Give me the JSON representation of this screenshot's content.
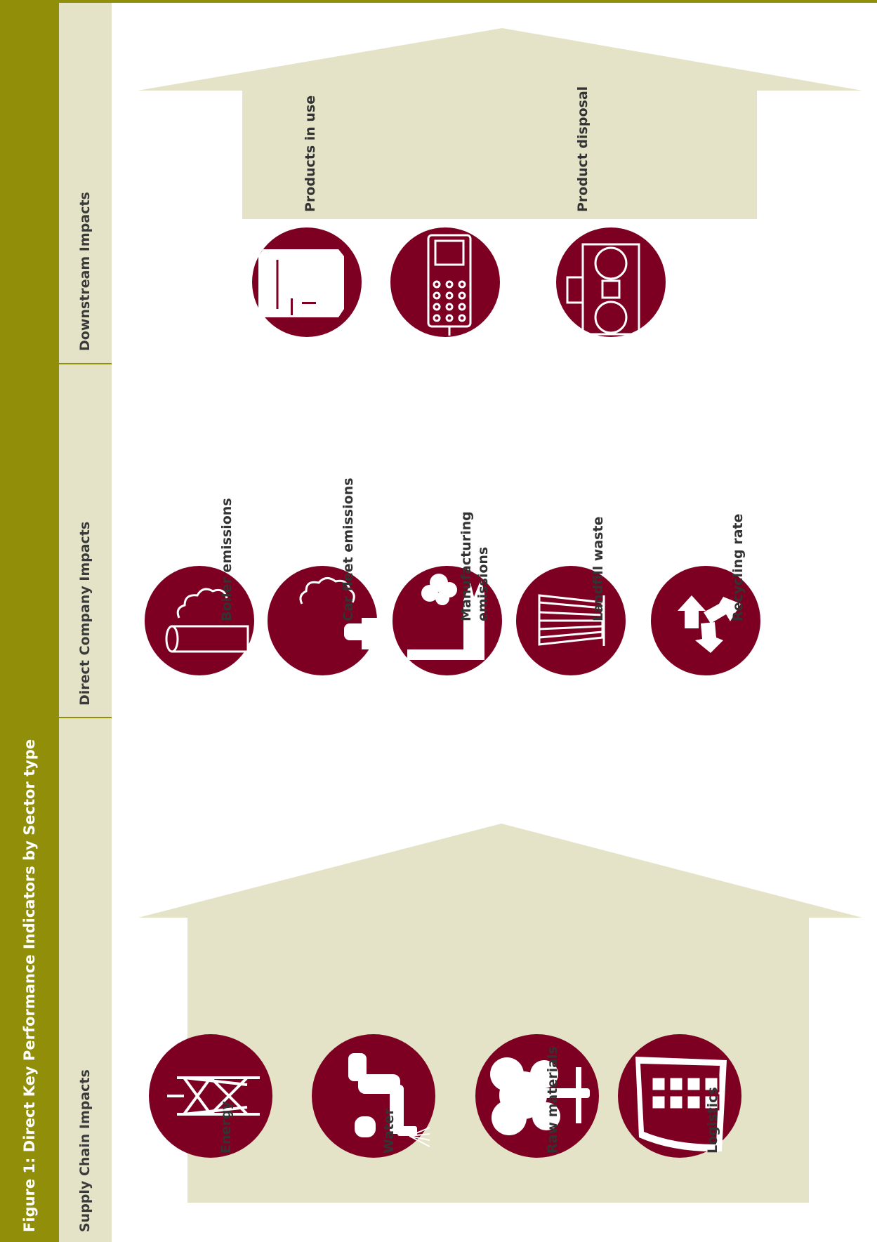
{
  "figure": {
    "title": "Figure 1: Direct Key Performance Indicators by Sector type"
  },
  "columns": [
    {
      "label": "Supply Chain Impacts"
    },
    {
      "label": "Direct Company Impacts"
    },
    {
      "label": "Downstream Impacts"
    }
  ],
  "supply_chain": {
    "items": [
      {
        "label": "Energy",
        "icon": "pylon-icon"
      },
      {
        "label": "Water",
        "icon": "tap-icon"
      },
      {
        "label": "Raw materials",
        "icon": "tree-icon"
      },
      {
        "label": "Logistics",
        "icon": "ship-icon"
      }
    ]
  },
  "direct_company": {
    "items": [
      {
        "label": "Boiler emissions",
        "icon": "boiler-chimney-icon"
      },
      {
        "label": "Car fleet emissions",
        "icon": "exhaust-icon"
      },
      {
        "label": "Manufacturing emissions",
        "line1": "Manufacturing",
        "line2": "emissions",
        "icon": "factory-icon"
      },
      {
        "label": "Landfill waste",
        "icon": "trash-bin-icon"
      },
      {
        "label": "Recycling rate",
        "icon": "recycle-icon"
      }
    ]
  },
  "downstream": {
    "items": [
      {
        "label": "Products in use"
      },
      {
        "label": "Product disposal"
      }
    ],
    "icons": [
      "fridge-icon",
      "phone-icon",
      "stereo-icon"
    ]
  },
  "colors": {
    "accent": "#918f0a",
    "header_band": "#e5e3c7",
    "icon_fill": "#7d0022",
    "arrow_fill": "#e5e3c7"
  }
}
